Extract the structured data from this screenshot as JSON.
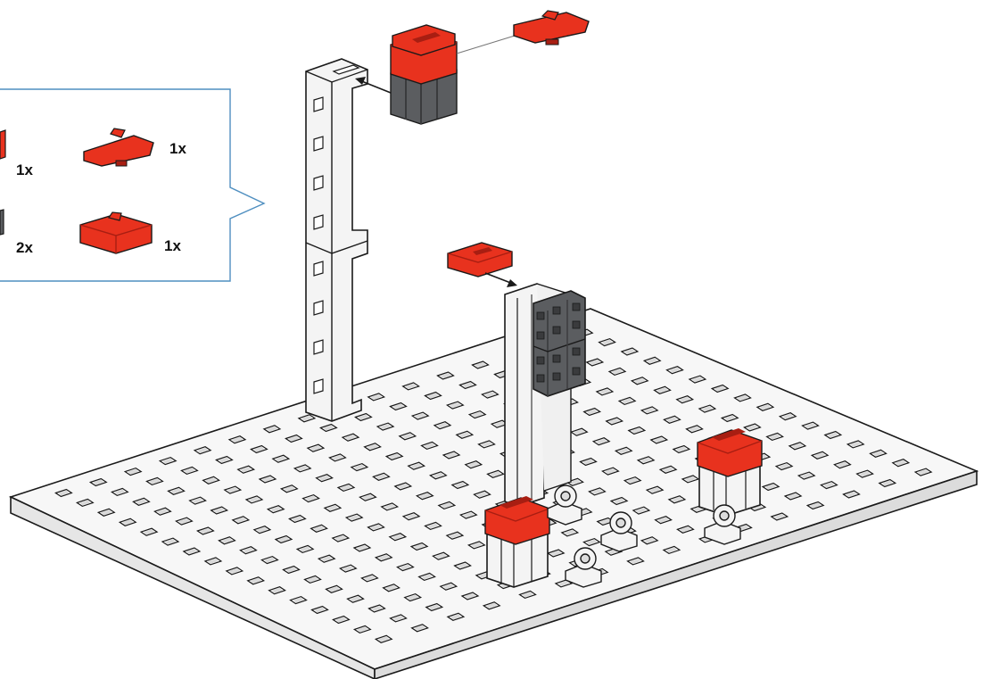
{
  "parts_list": {
    "items": [
      {
        "name": "red-building-block-15",
        "quantity": "1x"
      },
      {
        "name": "red-angle-block",
        "quantity": "1x"
      },
      {
        "name": "grey-building-block",
        "quantity": "2x"
      },
      {
        "name": "red-building-block-5",
        "quantity": "1x"
      }
    ],
    "callout_color": "#4f8fc0"
  },
  "colors": {
    "red": "#e8321e",
    "red_dark": "#a81e12",
    "grey": "#5b5d60",
    "grey_dark": "#3a3b3d",
    "white_part": "#f2f2f2",
    "outline": "#1a1a1a"
  },
  "assembly": {
    "baseplate_hole_rows": 16,
    "baseplate_hole_cols": 16
  }
}
